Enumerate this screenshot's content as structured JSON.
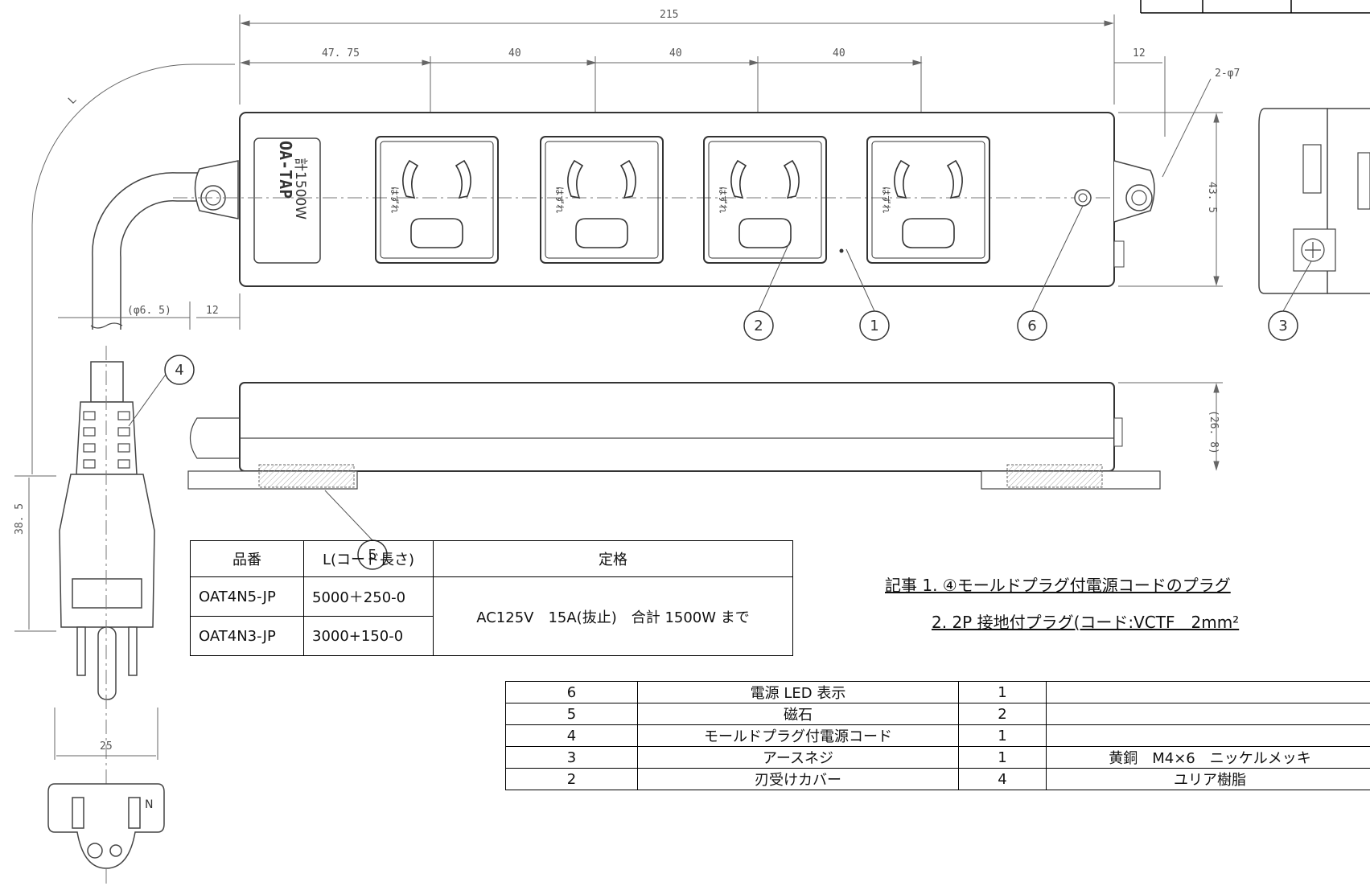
{
  "dimensions": {
    "total_width": "215",
    "seg1": "47. 75",
    "seg2": "40",
    "seg3": "40",
    "seg4": "40",
    "right_tab": "12",
    "hole": "2-φ7",
    "height": "43. 5",
    "cord_len": "L",
    "cord_dia": "(φ6. 5)",
    "left_offset": "12",
    "side_height": "(26. 8)",
    "plug_len": "38. 5",
    "plug_width": "25"
  },
  "product_label": {
    "brand": "OA-TAP",
    "rating": "計1500W",
    "watt_unit": "W"
  },
  "outlet_text": "はずれ",
  "callouts": [
    "1",
    "2",
    "3",
    "4",
    "5",
    "6"
  ],
  "plug_face_mark": "N",
  "spec_table": {
    "headers": [
      "品番",
      "L(コード長さ)",
      "定格"
    ],
    "rows": [
      {
        "model": "OAT4N5-JP",
        "length": "5000＋250-0"
      },
      {
        "model": "OAT4N3-JP",
        "length": "3000+150-0"
      }
    ],
    "rating": "AC125V　15A(抜止)　合計 1500W まで"
  },
  "notes": [
    "記事 1. ④モールドプラグ付電源コードのプラグ",
    "2. 2P 接地付プラグ(コード:VCTF　2mm²"
  ],
  "parts_table": [
    {
      "no": "6",
      "name": "電源 LED 表示",
      "qty": "1",
      "spec": ""
    },
    {
      "no": "5",
      "name": "磁石",
      "qty": "2",
      "spec": ""
    },
    {
      "no": "4",
      "name": "モールドプラグ付電源コード",
      "qty": "1",
      "spec": ""
    },
    {
      "no": "3",
      "name": "アースネジ",
      "qty": "1",
      "spec": "黄銅　M4×6　ニッケルメッキ"
    },
    {
      "no": "2",
      "name": "刃受けカバー",
      "qty": "4",
      "spec": "ユリア樹脂"
    }
  ]
}
